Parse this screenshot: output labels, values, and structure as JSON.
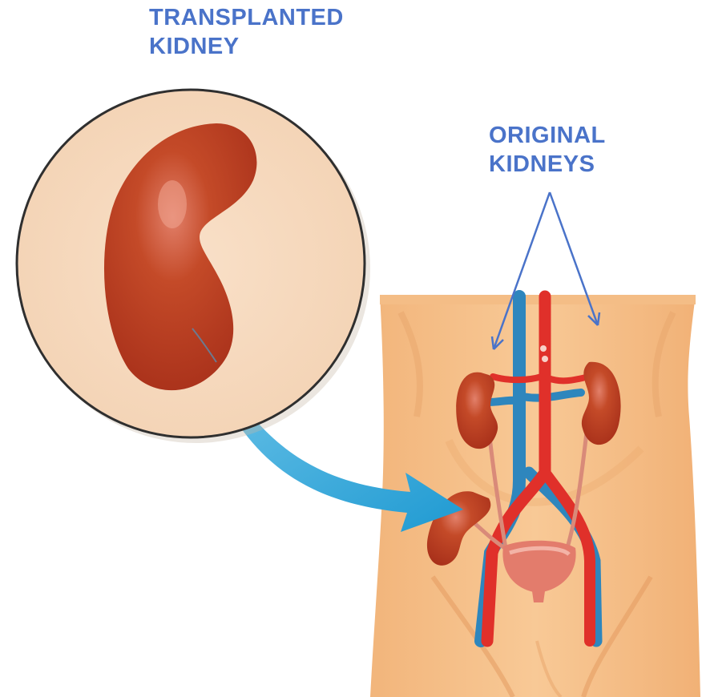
{
  "labels": {
    "transplanted": [
      "TRANSPLANTED",
      "KIDNEY"
    ],
    "original": [
      "ORIGINAL",
      "KIDNEYS"
    ]
  },
  "colors": {
    "label": "#4a73c9",
    "skin": "#f6c28c",
    "skin_shadow": "#e9a56a",
    "zoom_circle": "#f6d8bd",
    "kidney": "#c0401f",
    "kidney_dark": "#9e2c14",
    "artery": "#e0302a",
    "vein": "#2e86bd",
    "transfer_arrow": "#28a6da",
    "bladder": "#e27c6d",
    "pointer": "#4a73c9"
  }
}
